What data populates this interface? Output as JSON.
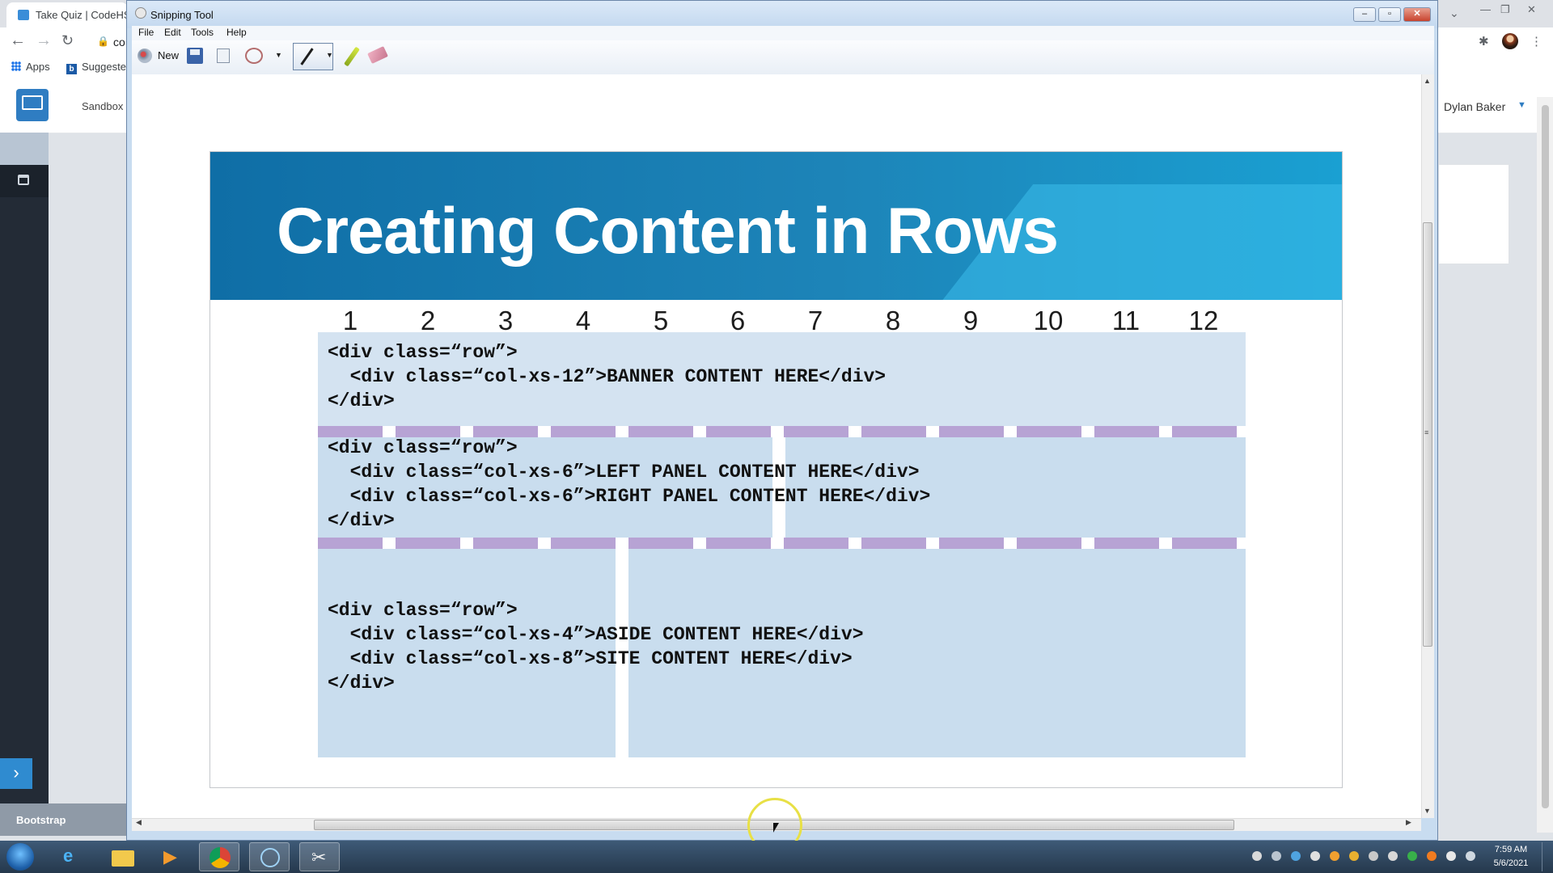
{
  "browser": {
    "tab_title": "Take Quiz | CodeHS",
    "url_fragment": "co",
    "bookmarks": [
      "Apps",
      "Suggeste"
    ]
  },
  "codehs": {
    "nav_sandbox": "Sandbox",
    "user_name": "Dylan Baker",
    "bottom_label": "Bootstrap"
  },
  "snipping_tool": {
    "title": "Snipping Tool",
    "menu": [
      "File",
      "Edit",
      "Tools",
      "Help"
    ],
    "new_label": "New"
  },
  "slide": {
    "title": "Creating Content in Rows",
    "column_numbers": [
      "1",
      "2",
      "3",
      "4",
      "5",
      "6",
      "7",
      "8",
      "9",
      "10",
      "11",
      "12"
    ],
    "row1_code": "<div class=“row”>\n  <div class=“col-xs-12”>BANNER CONTENT HERE</div>\n</div>",
    "row2_code": "<div class=“row”>\n  <div class=“col-xs-6”>LEFT PANEL CONTENT HERE</div>\n  <div class=“col-xs-6”>RIGHT PANEL CONTENT HERE</div>\n</div>",
    "row3_code": "<div class=“row”>\n  <div class=“col-xs-4”>ASIDE CONTENT HERE</div>\n  <div class=“col-xs-8”>SITE CONTENT HERE</div>\n</div>"
  },
  "taskbar": {
    "time": "7:59 AM",
    "date": "5/6/2021"
  },
  "colors": {
    "banner": "#1d84b8",
    "grid_cell": "#c9ddee",
    "gutter": "#b7a3d4"
  }
}
